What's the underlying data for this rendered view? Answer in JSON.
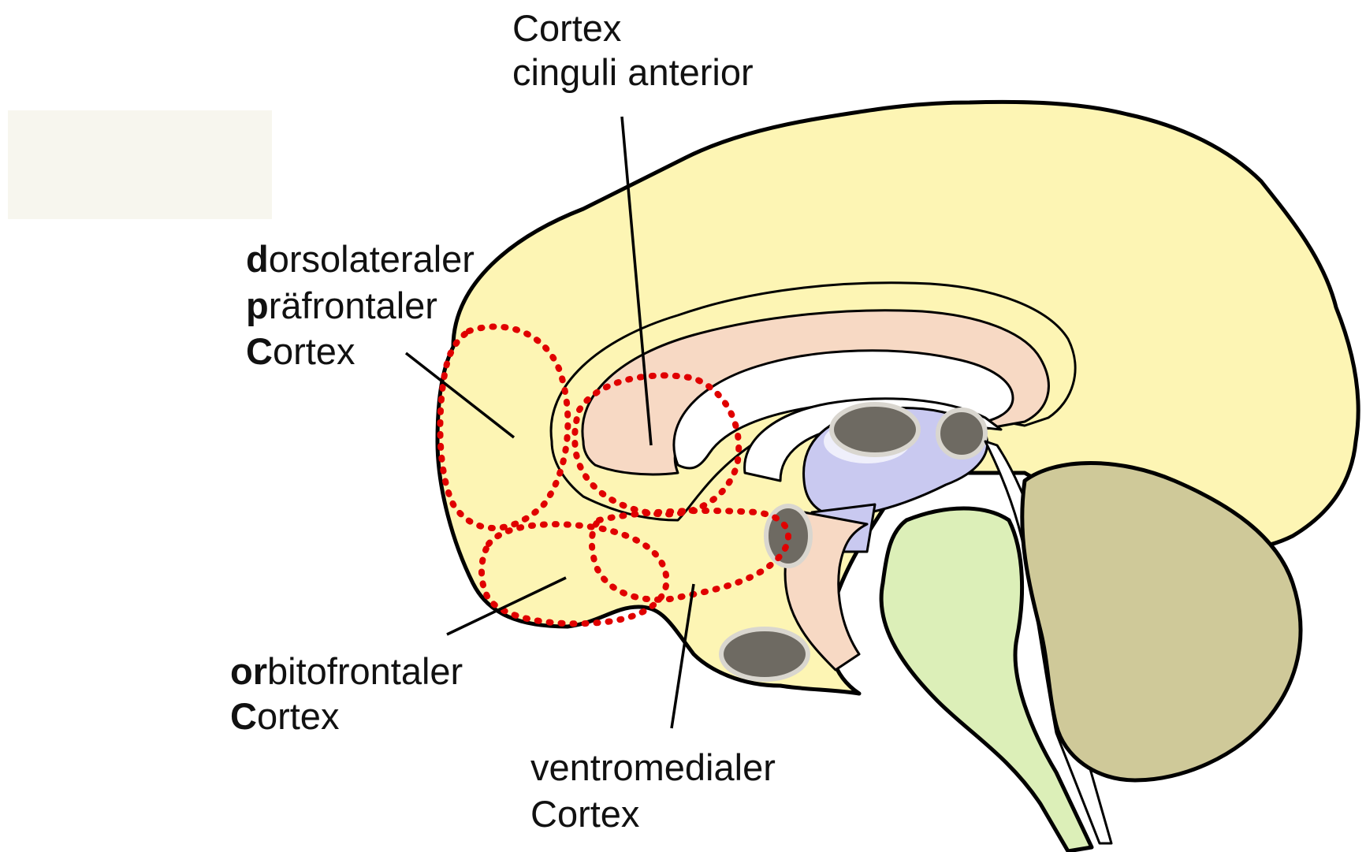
{
  "labels": {
    "acc_line1": "Cortex",
    "acc_line2": "cinguli anterior",
    "dlpfc_line1_initial": "d",
    "dlpfc_line1_rest": "orsolateraler",
    "dlpfc_line2_initial": "p",
    "dlpfc_line2_rest": "räfrontaler",
    "dlpfc_line3_initial": "C",
    "dlpfc_line3_rest": "ortex",
    "ofc_line1_initial": "or",
    "ofc_line1_rest": "bitofrontaler",
    "ofc_line2_initial": "C",
    "ofc_line2_rest": "ortex",
    "vmc_line1": "ventromedialer",
    "vmc_line2": "Cortex"
  },
  "colors": {
    "cerebrum": "#fdf5b4",
    "corpus_callosum": "#f7d9c4",
    "thalamus": "#c9c9f0",
    "brainstem": "#dcefb8",
    "cerebellum": "#cfc999",
    "region_outline": "#e00000",
    "white_box": "#f7f6ee"
  }
}
